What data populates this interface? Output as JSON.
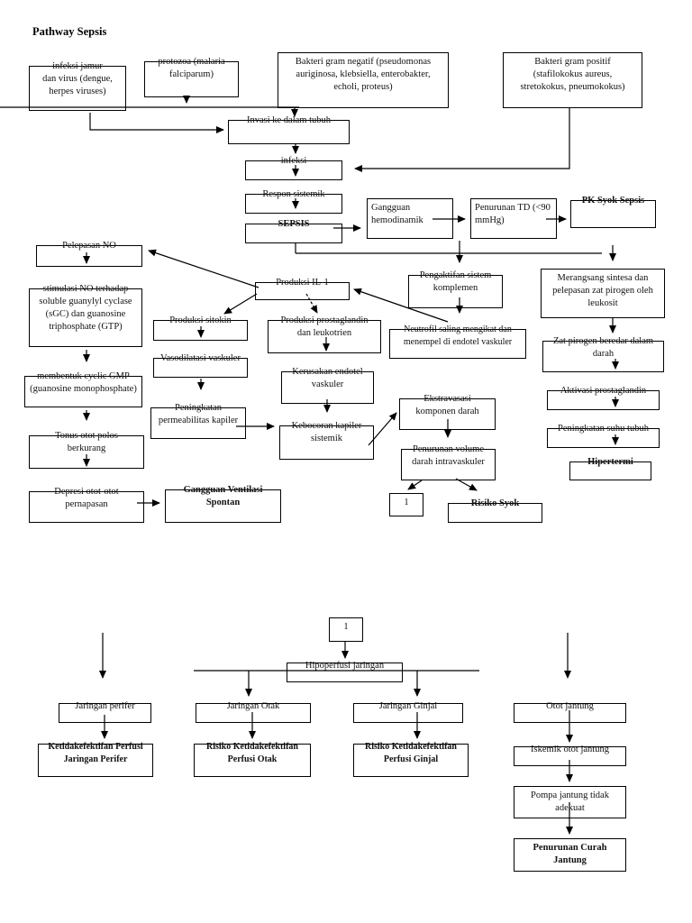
{
  "title": "Pathway Sepsis",
  "nodes": {
    "infeksi_jamur": "infeksi jamur\ndan virus (dengue,\nherpes viruses)",
    "protozoa": "protozoa (malaria\nfalciparum)",
    "gram_negatif": "Bakteri gram negatif (pseudomonas\nauriginosa, klebsiella, enterobakter,\necholi, proteus)",
    "gram_positif": "Bakteri gram positif\n(stafilokokus aureus,\nstretokokus, pneumokokus)",
    "invasi": "Invasi ke dalam tubuh",
    "infeksi": "infeksi",
    "respon_sistemik": "Respon sistemik",
    "sepsis": "SEPSIS",
    "gangguan_hemodinamik": "Gangguan\nhemodinamik",
    "penurunan_td": "Penurunan TD (<90\nmmHg)",
    "pk_syok_sepsis": "PK Syok Sepsis",
    "pelepasan_no": "Pelepasan NO",
    "stimulasi_no": "stimulasi NO terhadap\nsoluble guanylyl cyclase\n(sGC) dan guanosine\ntriphosphate (GTP)",
    "membentuk_gmp": "membentuk cyclic GMP\n(guanosine monophosphate)",
    "tonus_otot": "Tonus otot polos\nberkurang",
    "depresi_otot": "Depresi otot-otot\npernapasan",
    "gangguan_ventilasi": "Gangguan Ventilasi\nSpontan",
    "produksi_sitokin": "Produksi sitokin",
    "vasodilatasi": "Vasodilatasi vaskuler",
    "peningkatan_permeabilitas": "Peningkatan\npermeabilitas kapiler",
    "produksi_il1": "Produksi IL-1",
    "produksi_prostaglandin": "Produksi prostaglandin\ndan leukotrien",
    "kerusakan_endotel": "Kerusakan endotel\nvaskuler",
    "kebocoran_kapiler": "Kebocoran kapiler\nsistemik",
    "pengaktifan_komplemen": "Pengaktifan sistem\nkomplemen",
    "neutrofil": "Neutrofil saling mengikat dan\nmenempel di endotel vaskuler",
    "ekstravasasi": "Ekstravasasi\nkomponen darah",
    "penurunan_volume": "Penurunan volume\ndarah intravaskuler",
    "ref_1a": "1",
    "risiko_syok": "Risiko Syok",
    "merangsang_sintesa": "Merangsang sintesa dan\npelepasan zat pirogen oleh\nleukosit",
    "zat_pirogen": "Zat pirogen beredar dalam\ndarah",
    "aktivasi_prostaglandin": "Aktivasi prostaglandin",
    "peningkatan_suhu": "Peningkatan suhu tubuh",
    "hipertermi": "Hipertermi",
    "ref_1b": "1",
    "hipoperfusi": "Hipoperfusi jaringan",
    "jaringan_perifer": "Jaringan perifer",
    "jaringan_otak": "Jaringan Otak",
    "jaringan_ginjal": "Jaringan Ginjal",
    "otot_jantung": "Otot jantung",
    "ketidakefektifan_perifer": "Ketidakefektifan Perfusi\nJaringan Perifer",
    "risiko_otak": "Risiko Ketidakefektifan\nPerfusi Otak",
    "risiko_ginjal": "Risiko Ketidakefektifan\nPerfusi Ginjal",
    "iskemik": "Iskemik otot jantung",
    "pompa": "Pompa jantung tidak\nadekuat",
    "penurunan_curah": "Penurunan Curah\nJantung"
  }
}
